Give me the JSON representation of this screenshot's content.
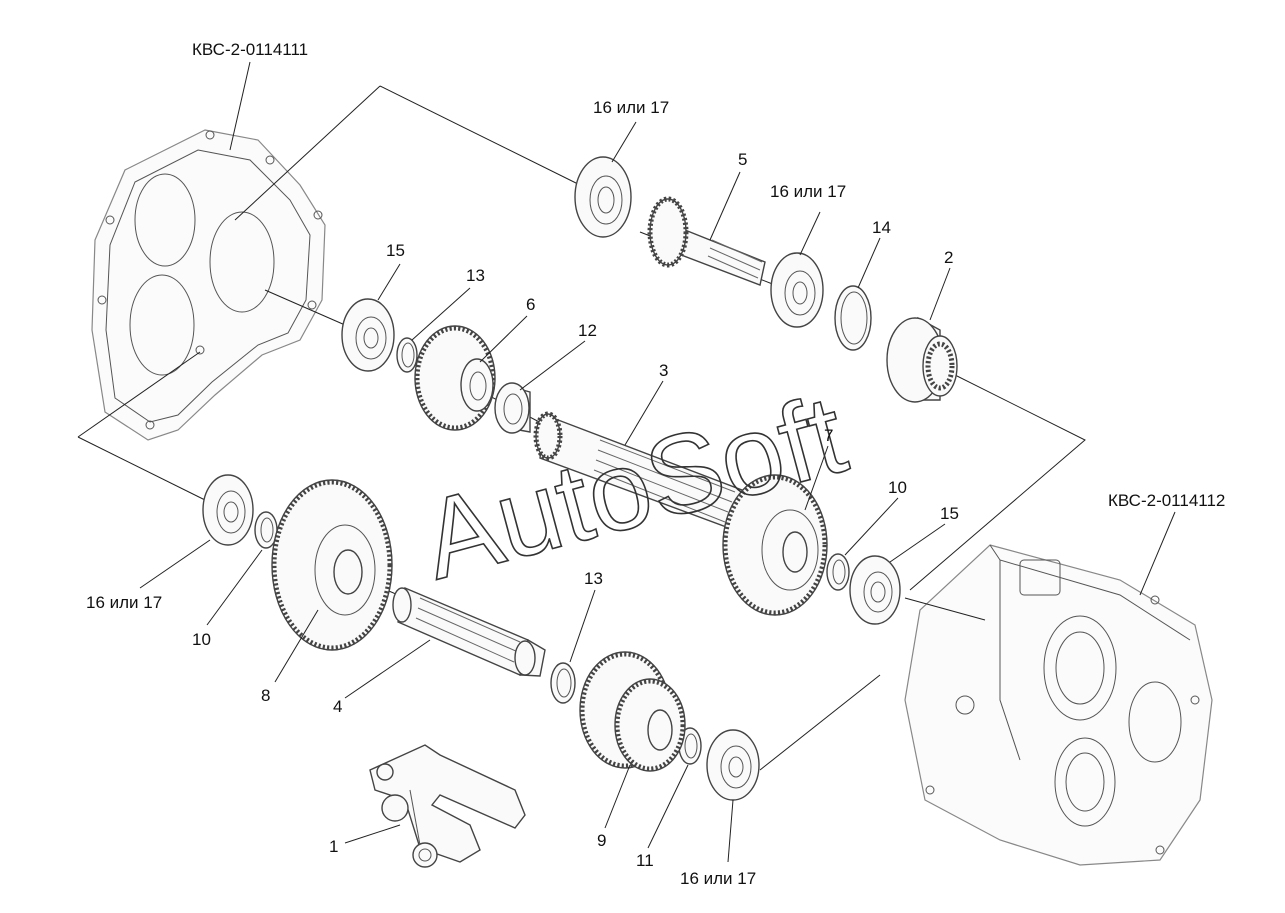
{
  "watermark": "AutoSoft",
  "labels": {
    "case_left": "КВС-2-0114111",
    "case_right": "КВС-2-0114112",
    "l1": "1",
    "l2": "2",
    "l3": "3",
    "l4": "4",
    "l5": "5",
    "l6": "6",
    "l7": "7",
    "l8": "8",
    "l9": "9",
    "l10a": "10",
    "l10b": "10",
    "l11": "11",
    "l12": "12",
    "l13a": "13",
    "l13b": "13",
    "l14": "14",
    "l15a": "15",
    "l15b": "15",
    "l16a": "16 или 17",
    "l16b": "16 или 17",
    "l16c": "16 или 17",
    "l16d": "16 или 17"
  }
}
